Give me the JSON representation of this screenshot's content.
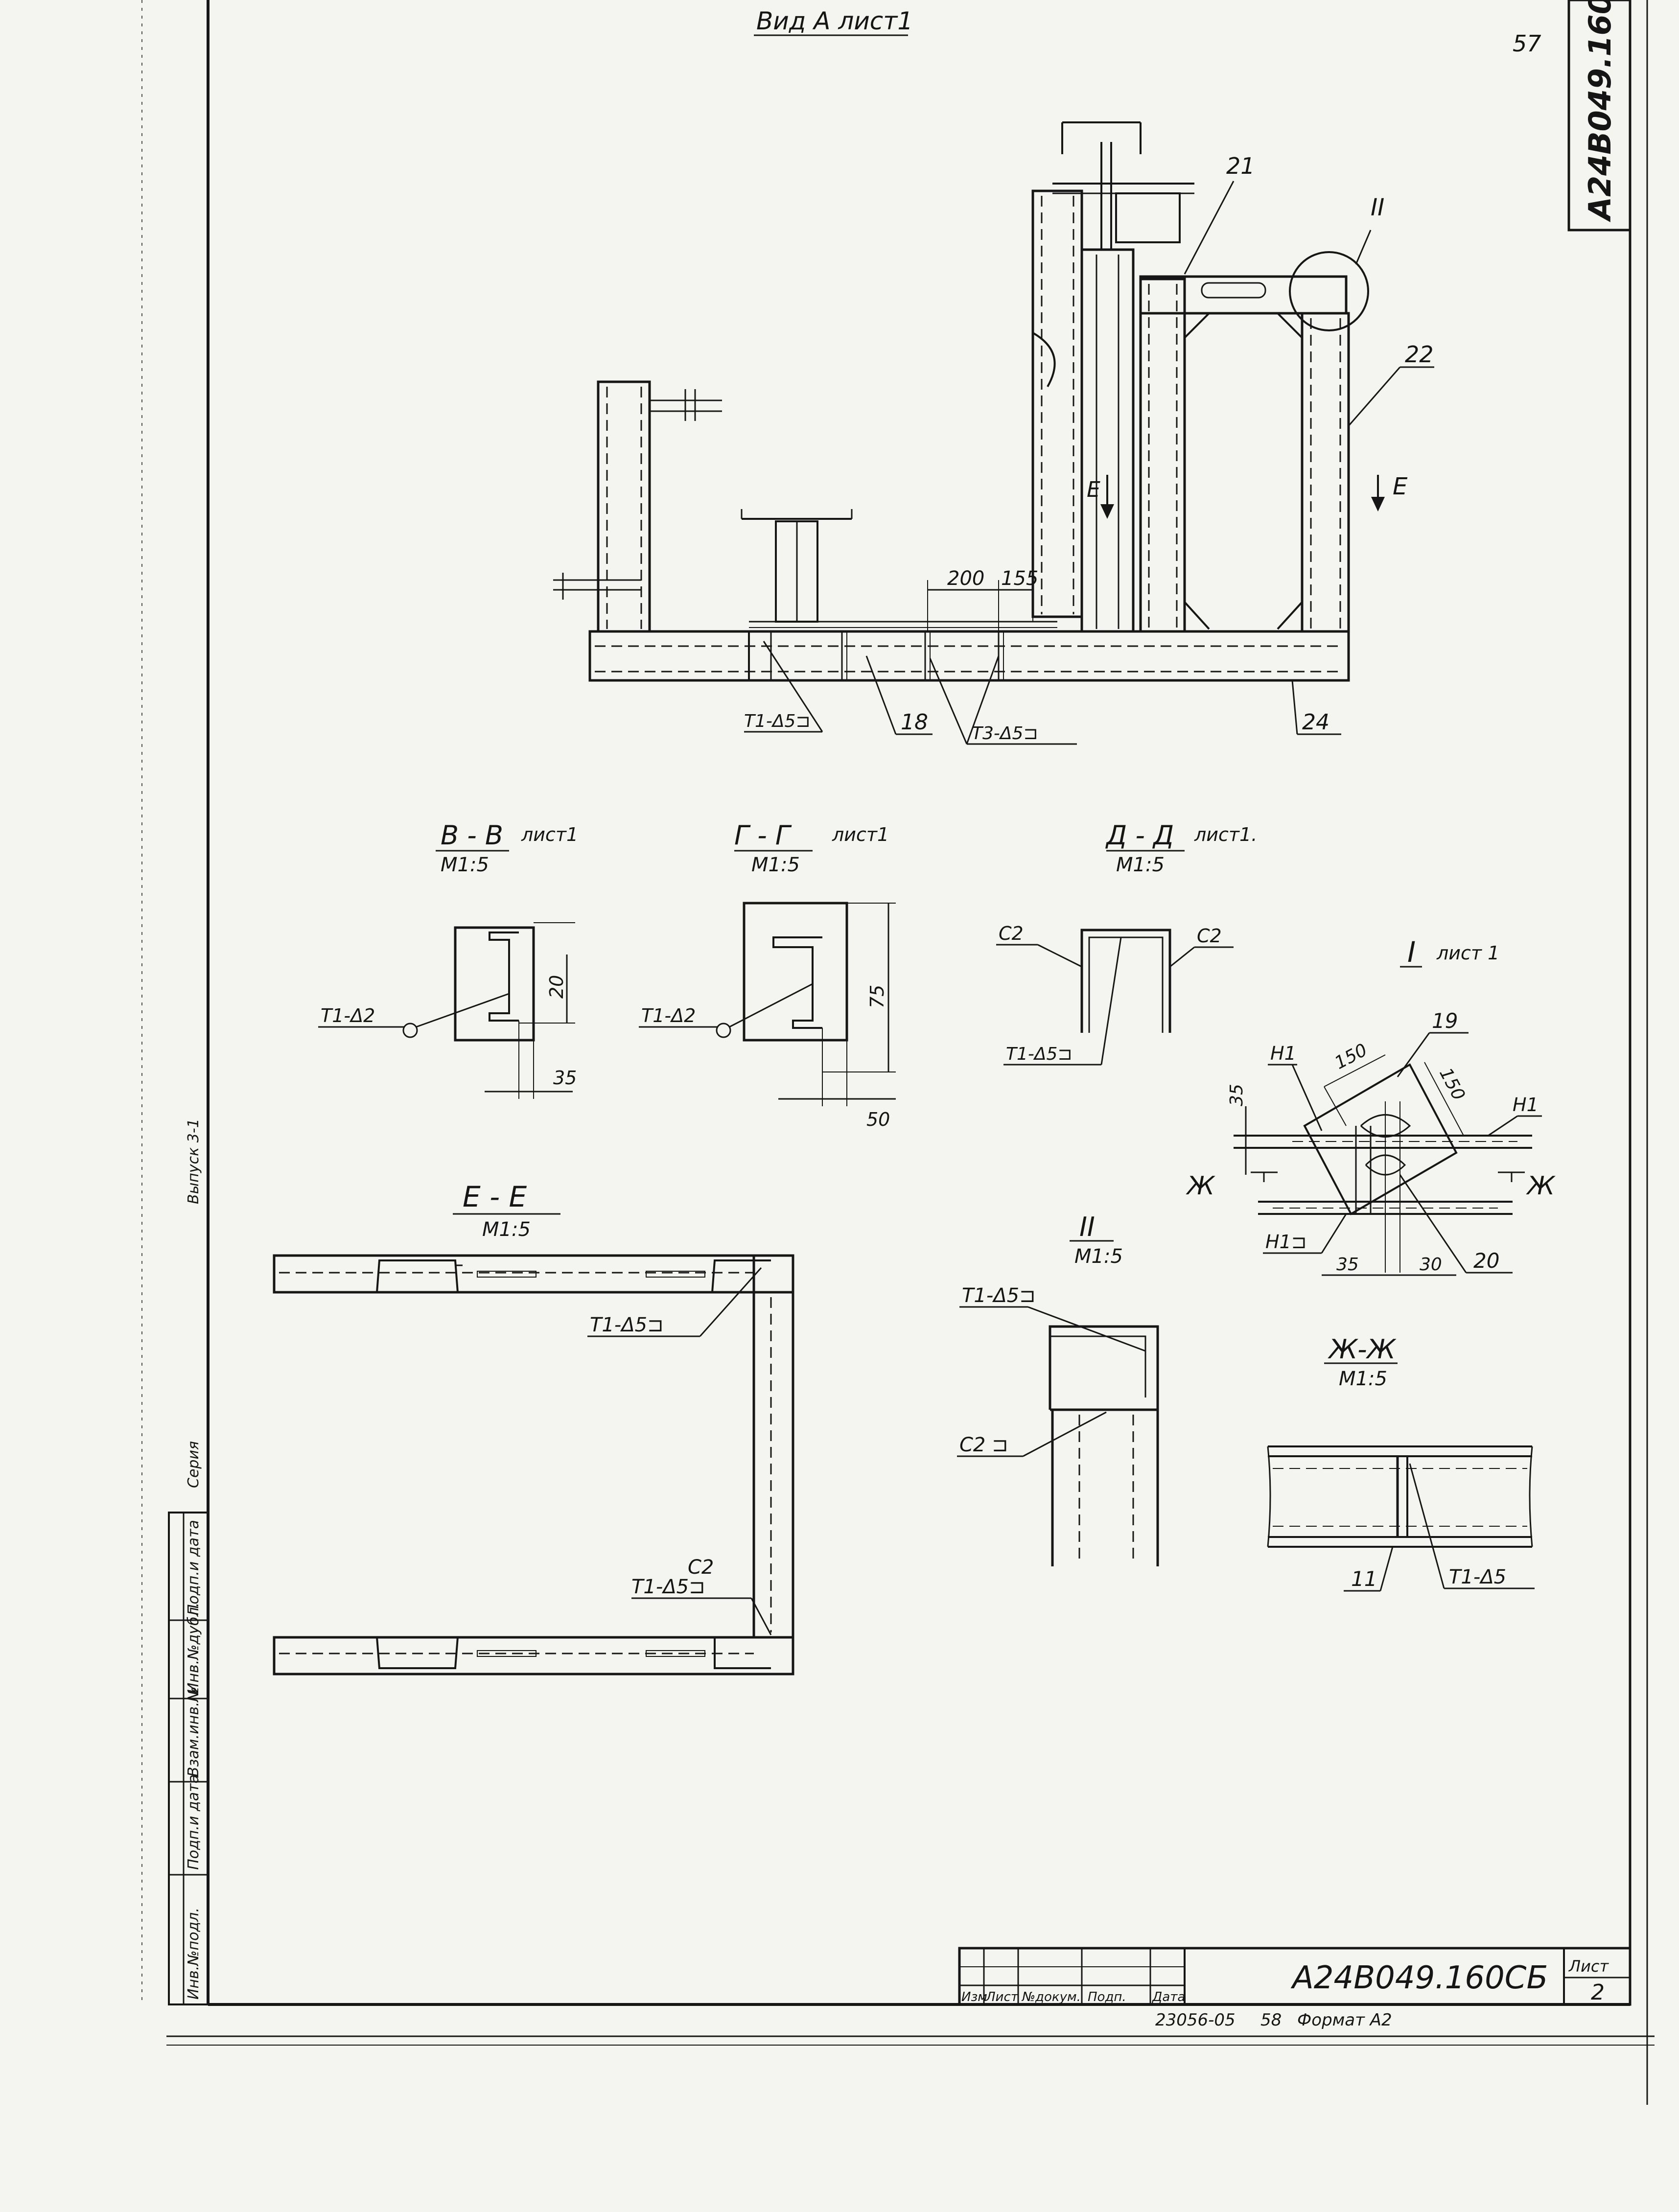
{
  "sheet": {
    "page_number_corner": "57",
    "doc_code_vertical": "A24B049.160",
    "title_block": {
      "doc_code": "A24B049.160СБ",
      "sheet_label": "Лист",
      "sheet_number": "2",
      "col_izm": "Изм",
      "col_list": "Лист",
      "col_ndokum": "№докум.",
      "col_podp": "Подп.",
      "col_data": "Дата",
      "footer_inventory": "23056-05",
      "footer_code": "58",
      "footer_format": "Формат А2"
    },
    "side_stamp": {
      "inv_podl": "Инв.№подл.",
      "podp_data1": "Подп.и дата",
      "vzam_inv": "Взам.инв.№",
      "inv_dubl": "Инв.№дубл.",
      "podp_data2": "Подп.и дата",
      "seria": "Серия",
      "vypusk": "Выпуск 3-1"
    }
  },
  "view_a": {
    "title": "Вид А лист1",
    "dim_200": "200",
    "dim_155": "155",
    "label_21": "21",
    "label_22": "22",
    "label_18": "18",
    "label_24": "24",
    "callout_II": "II",
    "arrow_e1": "Е",
    "arrow_e2": "Е",
    "weld_t1": "Т1-Δ5⊐",
    "weld_t3": "Т3-Δ5⊐"
  },
  "section_vv": {
    "title": "В - В",
    "sheet_ref": "лист1",
    "scale": "М1:5",
    "dim_20": "20",
    "dim_35": "35",
    "weld": "Т1-Δ2"
  },
  "section_gg": {
    "title": "Г - Г",
    "sheet_ref": "лист1",
    "scale": "М1:5",
    "dim_75": "75",
    "dim_50": "50",
    "weld": "Т1-Δ2"
  },
  "section_dd": {
    "title": "Д - Д",
    "sheet_ref": "лист1.",
    "scale": "М1:5",
    "weld_c2_left": "С2",
    "weld_c2_right": "С2",
    "weld_t1": "Т1-Δ5⊐"
  },
  "detail_I": {
    "title": "I",
    "sheet_ref": "лист 1",
    "label_19": "19",
    "label_20": "20",
    "label_h1_left": "Н1",
    "label_h1_right": "Н1",
    "label_h1_bottom": "Н1⊐",
    "dim_150a": "150",
    "dim_150b": "150",
    "dim_35_left": "35",
    "dim_35_bottom": "35",
    "dim_30": "30",
    "section_mark_left": "Ж",
    "section_mark_right": "Ж"
  },
  "section_ee": {
    "title": "Е - Е",
    "scale": "М1:5",
    "weld_t1_top": "Т1-Δ5⊐",
    "weld_c2": "С2",
    "weld_t1_bottom": "Т1-Δ5⊐"
  },
  "detail_II": {
    "title": "II",
    "scale": "М1:5",
    "weld_t1": "Т1-Δ5⊐",
    "weld_c2": "С2 ⊐"
  },
  "section_zhzh": {
    "title": "Ж-Ж",
    "scale": "М1:5",
    "label_11": "11",
    "weld_t1": "Т1-Δ5"
  }
}
